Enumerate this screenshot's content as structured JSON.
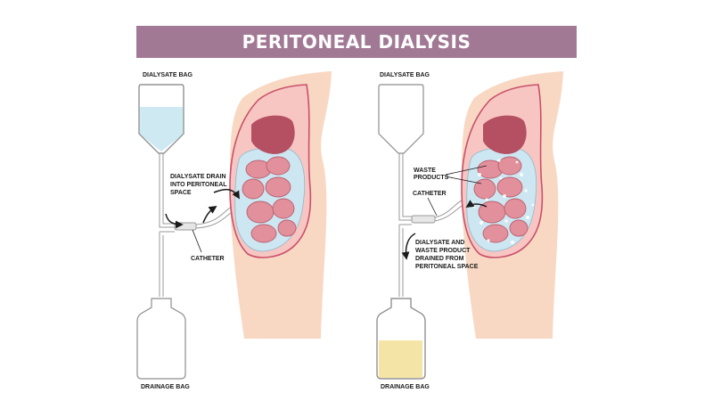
{
  "title": "PERITONEAL DIALYSIS",
  "left_panel": {
    "dialysate_bag_label": "DIALYSATE BAG",
    "drain_note": [
      "DIALYSATE DRAIN",
      "INTO PERITONEAL",
      "SPACE"
    ],
    "catheter_label": "CATHETER",
    "drainage_bag_label": "DRAINAGE BAG"
  },
  "right_panel": {
    "dialysate_bag_label": "DIALYSATE BAG",
    "waste_label": [
      "WASTE",
      "PRODUCTS"
    ],
    "catheter_label": "CATHETER",
    "drain_note": [
      "DIALYSATE AND",
      "WASTE PRODUCT",
      "DRAINED FROM",
      "PERITONEAL SPACE"
    ],
    "drainage_bag_label": "DRAINAGE BAG"
  },
  "colors": {
    "banner": "#a27995",
    "skin": "#f9d8c3",
    "peritoneum_outline": "#c9506a",
    "fluid": "#cde7f2",
    "intestine": "#e2909c",
    "liver": "#b54f62",
    "dialysate_fluid": "#cfe9f3",
    "waste_fluid": "#f4e4a6"
  },
  "icons": [
    "arrow-icon",
    "catheter-coil-icon",
    "waste-particle-icon"
  ]
}
